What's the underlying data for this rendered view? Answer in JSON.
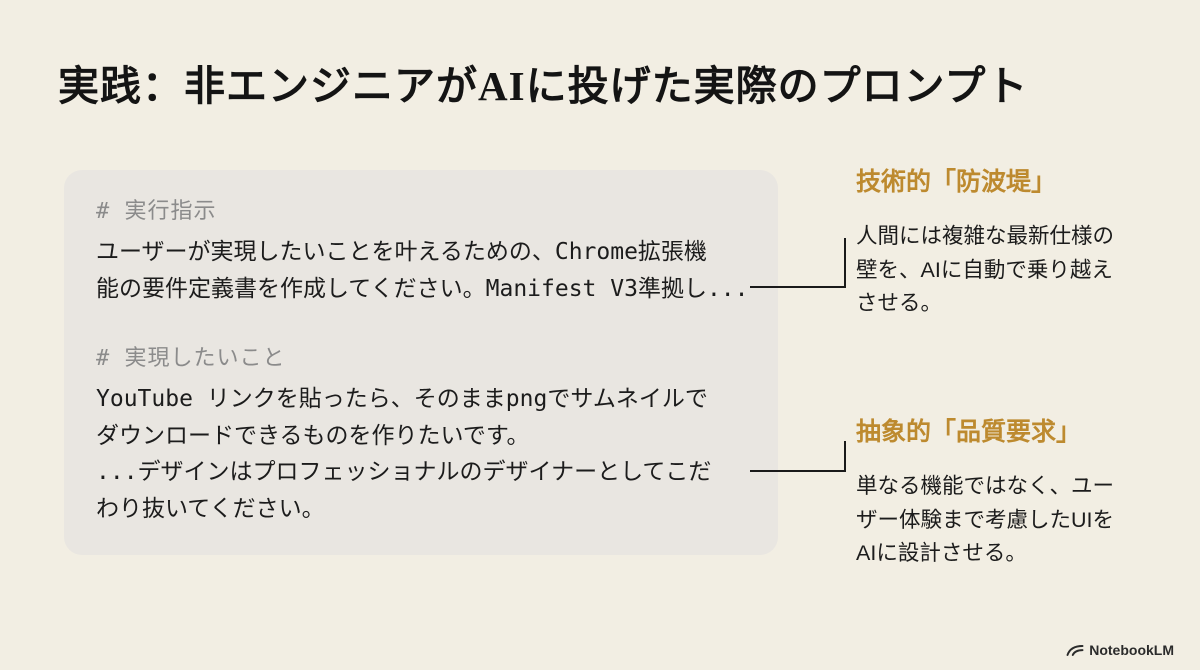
{
  "title": "実践：非エンジニアがAIに投げた実際のプロンプト",
  "prompt_card": {
    "sections": [
      {
        "heading": "# 実行指示",
        "lines": [
          "ユーザーが実現したいことを叶えるための、Chrome拡張機",
          "能の要件定義書を作成してください。Manifest V3準拠し..."
        ]
      },
      {
        "heading": "# 実現したいこと",
        "lines": [
          "YouTube リンクを貼ったら、そのままpngでサムネイルで",
          "ダウンロードできるものを作りたいです。",
          "...デザインはプロフェッショナルのデザイナーとしてこだ",
          "わり抜いてください。"
        ]
      }
    ]
  },
  "annotations": [
    {
      "heading": "技術的「防波堤」",
      "body_lines": [
        "人間には複雑な最新仕様の",
        "壁を、AIに自動で乗り越え",
        "させる。"
      ]
    },
    {
      "heading": "抽象的「品質要求」",
      "body_lines": [
        "単なる機能ではなく、ユー",
        "ザー体験まで考慮したUIを",
        "AIに設計させる。"
      ]
    }
  ],
  "footer": {
    "brand": "NotebookLM"
  },
  "colors": {
    "background": "#f2eee3",
    "card_background": "#e9e6e1",
    "accent_orange": "#bd8a2f",
    "text_primary": "#1c1c1c",
    "text_muted": "#8b8b8b",
    "connector": "#1a1a1a"
  }
}
